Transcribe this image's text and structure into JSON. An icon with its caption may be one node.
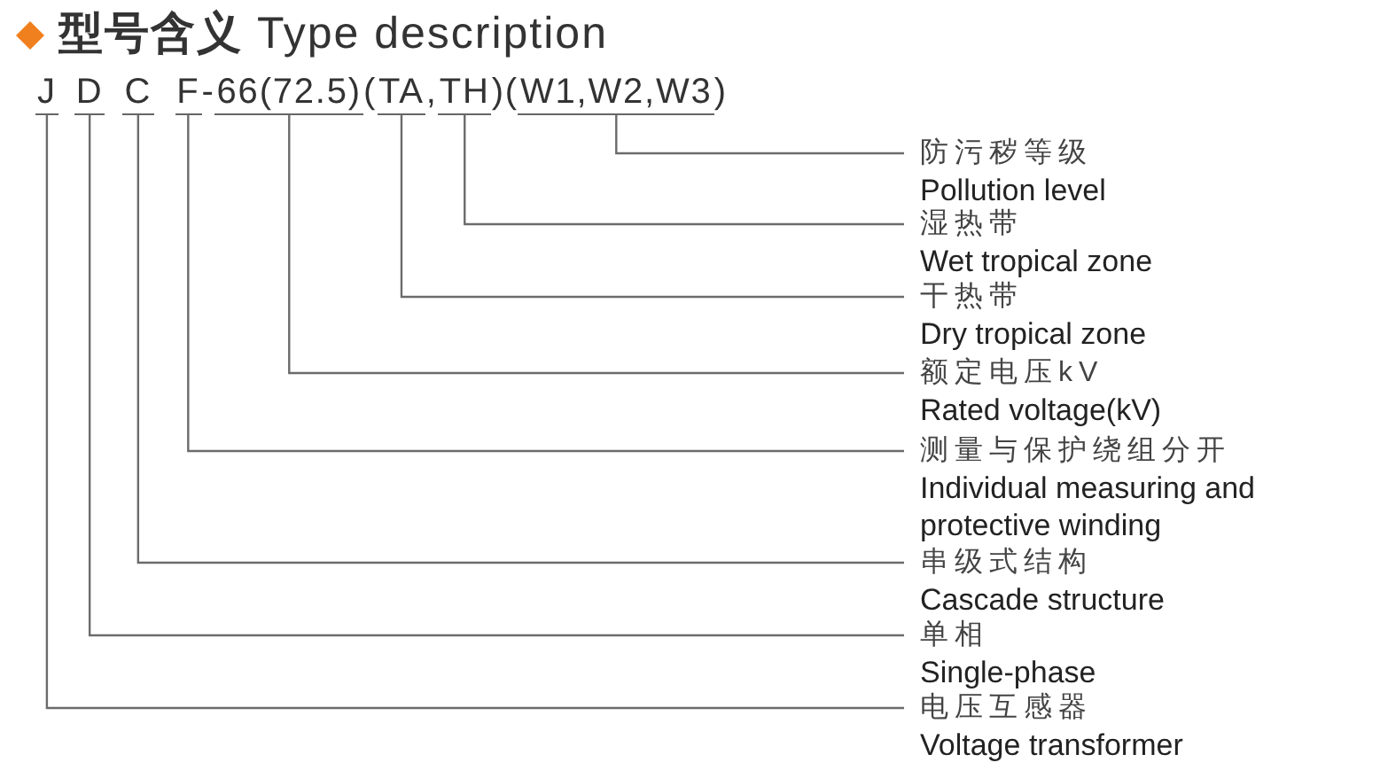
{
  "diagram": {
    "title": "**型号含义** Type description",
    "nodes": [
      {
        "text": [
          "J"
        ]
      },
      {
        "text": [
          "D"
        ]
      },
      {
        "text": [
          "C"
        ]
      },
      {
        "text": [
          "F"
        ]
      },
      {
        "text": [
          "66(72.5)"
        ]
      },
      {
        "text": [
          "TA"
        ]
      },
      {
        "text": [
          "TH"
        ]
      },
      {
        "text": [
          "W1,W2,W3"
        ]
      },
      {
        "text": [
          "防污秽等级",
          "Pollution level"
        ]
      },
      {
        "text": [
          "湿热带",
          "Wet tropical zone"
        ]
      },
      {
        "text": [
          "干热带",
          "Dry tropical zone"
        ]
      },
      {
        "text": [
          "额定电压kV",
          "Rated voltage(kV)"
        ]
      },
      {
        "text": [
          "测量与保护绕组分开",
          "Individual measuring and protective winding"
        ]
      },
      {
        "text": [
          "串级式结构",
          "Cascade structure"
        ]
      },
      {
        "text": [
          "单相",
          "Single-phase"
        ]
      },
      {
        "text": [
          "电压互感器",
          "Voltage transformer"
        ]
      }
    ],
    "edges": [
      {
        "from": 7,
        "to": 8,
        "arrow": "none"
      },
      {
        "from": 6,
        "to": 9,
        "arrow": "none"
      },
      {
        "from": 5,
        "to": 10,
        "arrow": "none"
      },
      {
        "from": 4,
        "to": 11,
        "arrow": "none"
      },
      {
        "from": 3,
        "to": 12,
        "arrow": "none"
      },
      {
        "from": 2,
        "to": 13,
        "arrow": "none"
      },
      {
        "from": 1,
        "to": 14,
        "arrow": "none"
      },
      {
        "from": 0,
        "to": 15,
        "arrow": "none"
      }
    ],
    "labels": [
      "-",
      "(",
      ",",
      ")(",
      ")"
    ]
  }
}
